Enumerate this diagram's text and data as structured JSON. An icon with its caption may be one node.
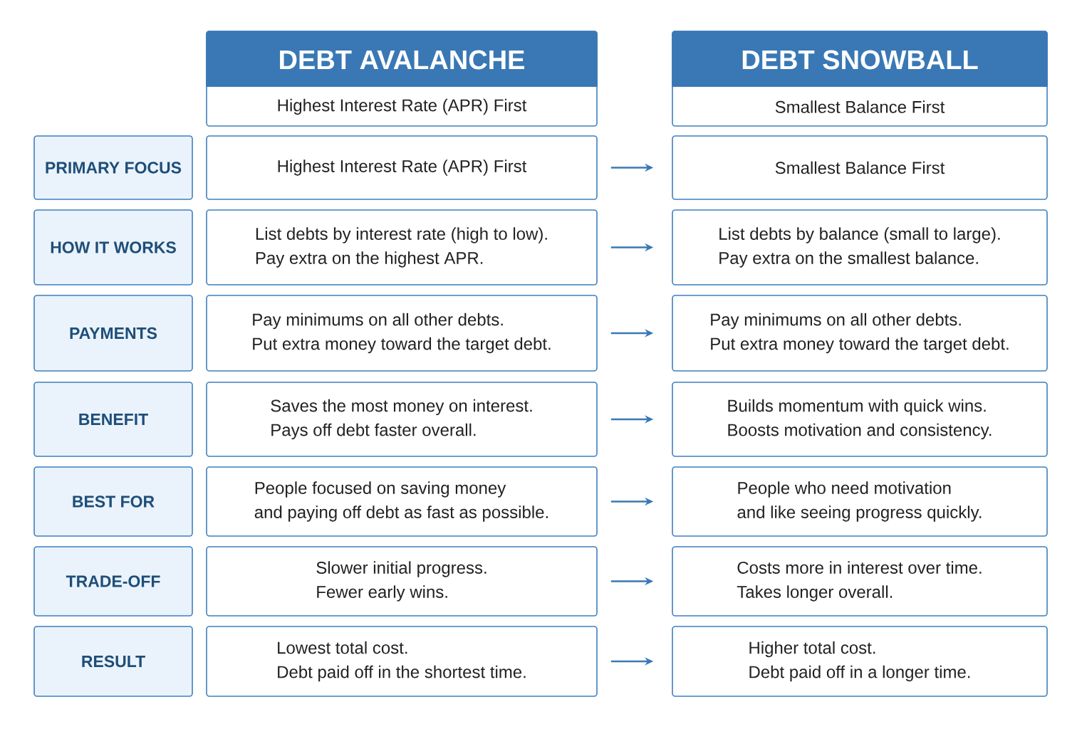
{
  "diagram": {
    "nodes": [
      {
        "text": [
          "DEBT AVALANCHE",
          "Highest Interest Rate (APR) First"
        ]
      },
      {
        "text": [
          "DEBT SNOWBALL",
          "Smallest Balance First"
        ]
      },
      {
        "text": [
          "PRIMARY FOCUS"
        ]
      },
      {
        "text": [
          "Highest Interest Rate (APR) First"
        ]
      },
      {
        "text": [
          "Smallest Balance First"
        ]
      },
      {
        "text": [
          "HOW IT WORKS"
        ]
      },
      {
        "text": [
          "List debts by interest rate (high to low).",
          "Pay extra on the highest APR."
        ]
      },
      {
        "text": [
          "List debts by balance (small to large).",
          "Pay extra on the smallest balance."
        ]
      },
      {
        "text": [
          "PAYMENTS"
        ]
      },
      {
        "text": [
          "Pay minimums on all other debts.",
          "Put extra money toward the target debt."
        ]
      },
      {
        "text": [
          "Pay minimums on all other debts.",
          "Put extra money toward the target debt."
        ]
      },
      {
        "text": [
          "BENEFIT"
        ]
      },
      {
        "text": [
          "Saves the most money on interest.",
          "Pays off debt faster overall."
        ]
      },
      {
        "text": [
          "Builds momentum with quick wins.",
          "Boosts motivation and consistency."
        ]
      },
      {
        "text": [
          "BEST FOR"
        ]
      },
      {
        "text": [
          "People focused on saving money",
          "and paying off debt as fast as possible."
        ]
      },
      {
        "text": [
          "People who need motivation",
          "and like seeing progress quickly."
        ]
      },
      {
        "text": [
          "TRADE-OFF"
        ]
      },
      {
        "text": [
          "Slower initial progress.",
          "Fewer early wins."
        ]
      },
      {
        "text": [
          "Costs more in interest over time.",
          "Takes longer overall."
        ]
      },
      {
        "text": [
          "RESULT"
        ]
      },
      {
        "text": [
          "Lowest total cost.",
          "Debt paid off in the shortest time."
        ]
      },
      {
        "text": [
          "Higher total cost.",
          "Debt paid off in a longer time."
        ]
      }
    ],
    "edges": [
      {
        "from": 3,
        "to": 4,
        "arrow": "to"
      },
      {
        "from": 6,
        "to": 7,
        "arrow": "to"
      },
      {
        "from": 9,
        "to": 10,
        "arrow": "to"
      },
      {
        "from": 12,
        "to": 13,
        "arrow": "to"
      },
      {
        "from": 15,
        "to": 16,
        "arrow": "to"
      },
      {
        "from": 18,
        "to": 19,
        "arrow": "to"
      },
      {
        "from": 21,
        "to": 22,
        "arrow": "to"
      }
    ]
  }
}
